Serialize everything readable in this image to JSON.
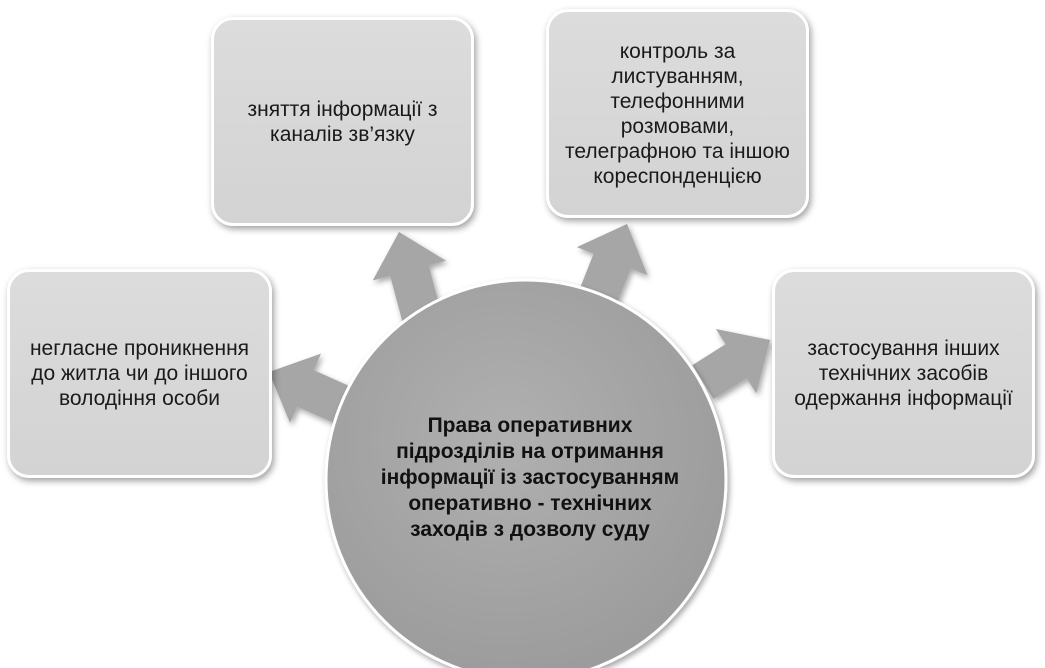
{
  "diagram": {
    "center": {
      "label": "Права  оперативних підрозділів  на отримання  інформації із застосуванням оперативно - технічних заходів з дозволу суду"
    },
    "nodes": [
      {
        "id": "top-left",
        "label": "зняття інформації з каналів зв’язку"
      },
      {
        "id": "top-right",
        "label": "контроль за листуванням, телефонними розмовами, телеграфною та іншою кореспонденцією"
      },
      {
        "id": "left",
        "label": "негласне проникнення до житла чи до іншого володіння особи"
      },
      {
        "id": "right",
        "label": "застосування інших технічних засобів одержання інформації"
      }
    ],
    "colors": {
      "center_fill": "#a6a6a6",
      "box_fill": "#d9d9d9",
      "arrow_fill": "#a6a6a6",
      "border": "#ffffff"
    }
  }
}
